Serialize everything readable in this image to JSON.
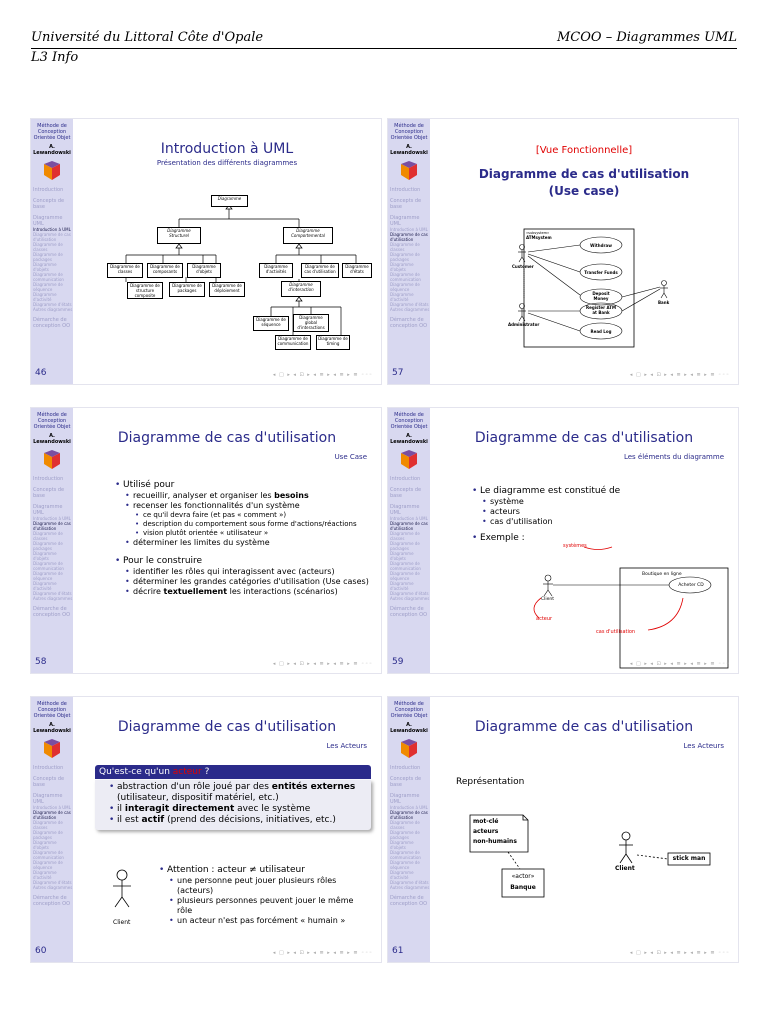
{
  "header": {
    "left": "Université du Littoral Côte d'Opale",
    "right": "MCOO – Diagrammes UML",
    "line2": "L3 Info"
  },
  "sidebar": {
    "title": "Méthode de Conception Orientée Objet",
    "author": "A. Lewandowski",
    "sections": [
      "Introduction",
      "Concepts de base",
      "Diagramme UML",
      "Démarche de conception OO"
    ],
    "subs_46": [
      "Introduction à UML",
      "Diagramme de cas d'utilisation",
      "Diagramme de classes",
      "Diagramme de packages",
      "Diagramme d'objets",
      "Diagramme de communication",
      "Diagramme de séquence",
      "Diagramme d'activité",
      "Diagramme d'états",
      "Autres diagrammes"
    ]
  },
  "nav_symbols": "◂ □ ▸ ◂ ⊡ ▸ ◂ ≣ ▸ ◂ ≣ ▸ ≣ ◦◦◦",
  "slides": [
    {
      "number": "46",
      "title": "Introduction à UML",
      "subtitle": "Présentation des différents diagrammes",
      "boxes": {
        "root": "Diagramme",
        "struct": "Diagramme Structurel",
        "comp": "Diagramme Comportemental",
        "classes": "Diagramme de classes",
        "composants": "Diagramme de composants",
        "objets": "Diagramme d'objets",
        "structure": "Diagramme de structure composite",
        "packages": "Diagramme de packages",
        "deploiement": "Diagramme de déploiement",
        "activites": "Diagramme d'activités",
        "cas": "Diagramme de cas d'utilisation",
        "etats": "Diagramme d'états",
        "interaction": "Diagramme d'interaction",
        "sequence": "Diagramme de séquence",
        "global": "Diagramme global d'interactions",
        "communication": "Diagramme de communication",
        "timing": "Diagramme de timing"
      }
    },
    {
      "number": "57",
      "tag": "[Vue Fonctionnelle]",
      "title_l1": "Diagramme de cas d'utilisation",
      "title_l2": "(Use case)",
      "system": "ATMsystem",
      "system_label": "«subsystem»",
      "actors": [
        "Customer",
        "Administrator",
        "Bank"
      ],
      "usecases": [
        "Withdraw",
        "Transfer Funds",
        "Deposit Money",
        "Register ATM at Bank",
        "Read Log"
      ]
    },
    {
      "number": "58",
      "title": "Diagramme de cas d'utilisation",
      "subtitle": "Use Case",
      "b1": "Utilisé pour",
      "b1_items": [
        "recueillir, analyser et organiser les ",
        "besoins",
        "recenser les fonctionnalités d'un système"
      ],
      "b1_sub": [
        "ce qu'il devra faire (et pas « comment »)",
        "description du comportement sous forme d'actions/réactions",
        "vision plutôt orientée « utilisateur »"
      ],
      "b1_last": "déterminer les limites du système",
      "b2": "Pour le construire",
      "b2_items": [
        "identifier les rôles qui interagissent avec (acteurs)",
        "déterminer les grandes catégories d'utilisation (Use cases)"
      ],
      "b2_last_a": "décrire ",
      "b2_last_b": "textuellement",
      "b2_last_c": " les interactions (scénarios)"
    },
    {
      "number": "59",
      "title": "Diagramme de cas d'utilisation",
      "subtitle": "Les éléments du diagramme",
      "intro": "Le diagramme est constitué de",
      "items": [
        "système",
        "acteurs",
        "cas d'utilisation"
      ],
      "exemple": "Exemple :",
      "sys_label": "systèmes",
      "shop": "Boutique en ligne",
      "client": "Client",
      "uc": "Acheter CD",
      "acteur": "acteur",
      "cas": "cas d'utilisation"
    },
    {
      "number": "60",
      "title": "Diagramme de cas d'utilisation",
      "subtitle": "Les Acteurs",
      "q_a": "Qu'est-ce qu'un ",
      "q_b": "acteur",
      "q_c": " ?",
      "i1a": "abstraction d'un rôle joué par des ",
      "i1b": "entités externes",
      "i1c": " (utilisateur, dispositif matériel, etc.)",
      "i2a": "il ",
      "i2b": "interagit directement",
      "i2c": " avec le système",
      "i3a": "il est ",
      "i3b": "actif",
      "i3c": " (prend des décisions, initiatives, etc.)",
      "att": "Attention : acteur ≠ utilisateur",
      "att_items": [
        "une personne peut jouer plusieurs rôles (acteurs)",
        "plusieurs personnes peuvent jouer le même rôle",
        "un acteur n'est pas forcément « humain »"
      ],
      "client": "Client"
    },
    {
      "number": "61",
      "title": "Diagramme de cas d'utilisation",
      "subtitle": "Les Acteurs",
      "rep": "Représentation",
      "note1": "mot-clé",
      "note2": "acteurs",
      "note3": "non-humains",
      "actor_kw": "«actor»",
      "banque": "Banque",
      "client": "Client",
      "stick": "stick man"
    }
  ]
}
